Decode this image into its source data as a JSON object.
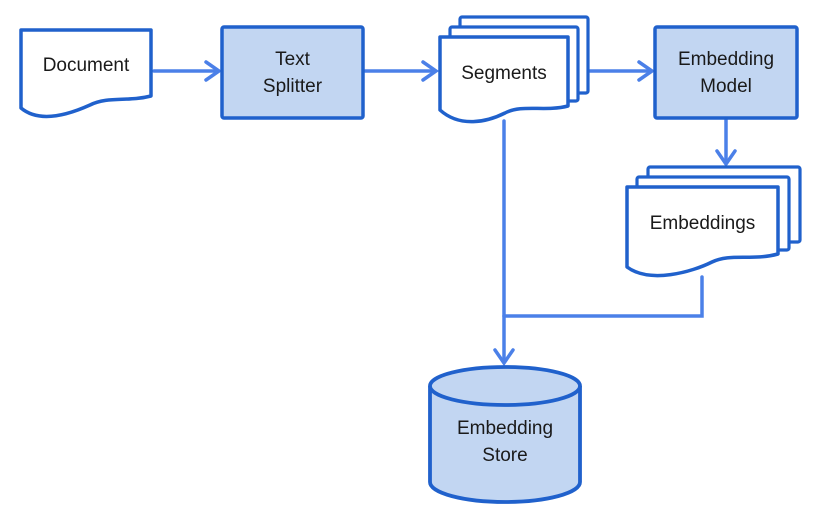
{
  "diagram_type": "flowchart",
  "colors": {
    "border": "#2061cc",
    "arrow": "#4b80e8",
    "fill": "#c2d6f2",
    "sheet": "#ffffff",
    "text": "#1a1a1a",
    "bg": "#ffffff"
  },
  "nodes": {
    "document": {
      "label": "Document",
      "shape": "document"
    },
    "text_splitter": {
      "lines": [
        "Text",
        "Splitter"
      ],
      "shape": "process"
    },
    "segments": {
      "label": "Segments",
      "shape": "multi-document"
    },
    "embedding_model": {
      "lines": [
        "Embedding",
        "Model"
      ],
      "shape": "process"
    },
    "embeddings": {
      "label": "Embeddings",
      "shape": "multi-document"
    },
    "embedding_store": {
      "lines": [
        "Embedding",
        "Store"
      ],
      "shape": "database-cylinder"
    }
  },
  "edges": [
    {
      "from": "document",
      "to": "text_splitter",
      "arrow": true
    },
    {
      "from": "text_splitter",
      "to": "segments",
      "arrow": true
    },
    {
      "from": "segments",
      "to": "embedding_model",
      "arrow": true
    },
    {
      "from": "embedding_model",
      "to": "embeddings",
      "arrow": true
    },
    {
      "from": "segments",
      "to": "embedding_store",
      "arrow": true
    },
    {
      "from": "embeddings",
      "to": "embedding_store",
      "arrow": false
    }
  ]
}
